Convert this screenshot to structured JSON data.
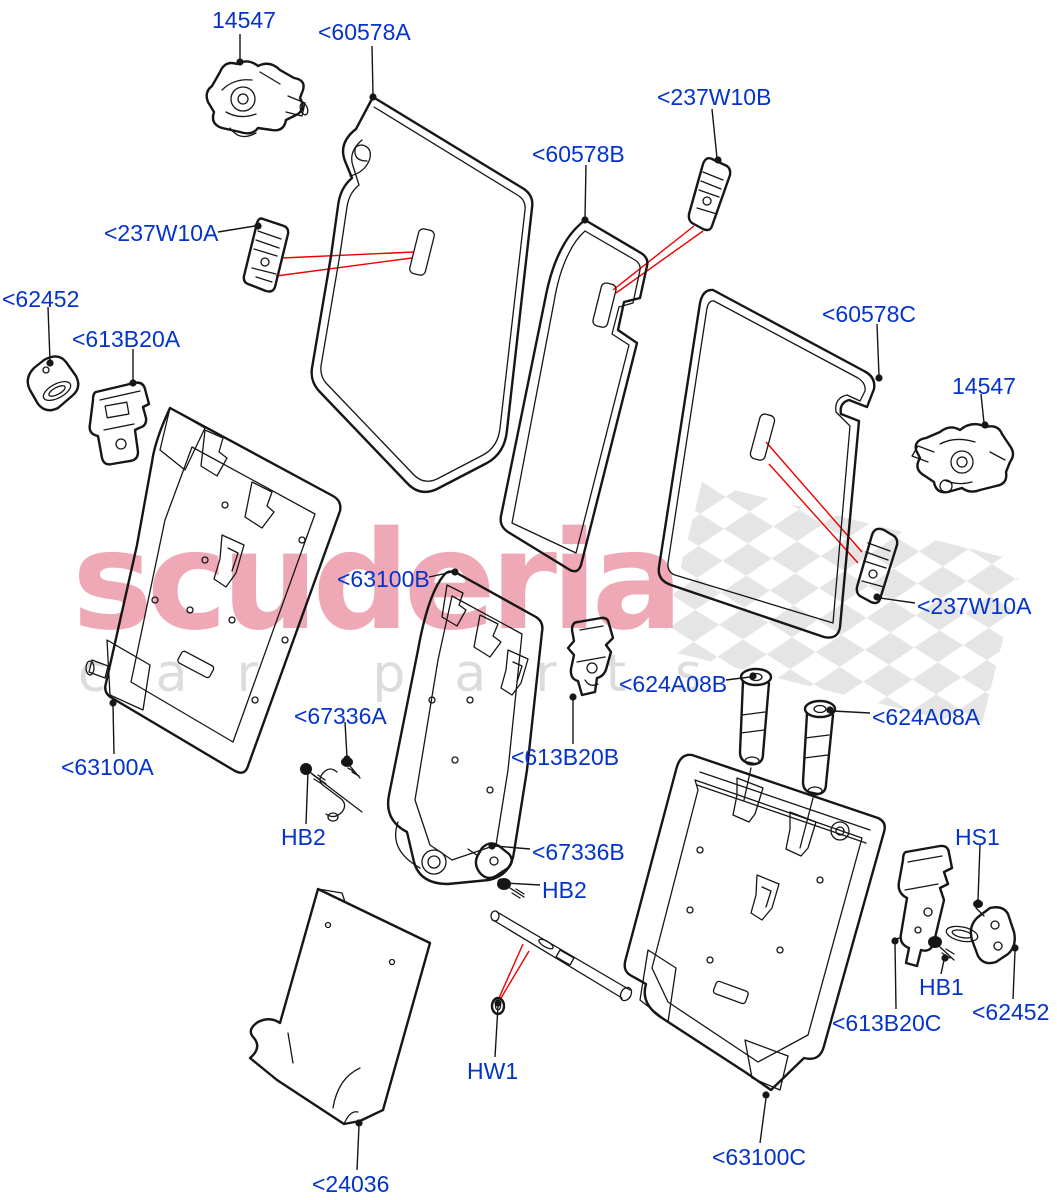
{
  "watermark": {
    "brand": "scuderia",
    "subtitle": "car parts",
    "brand_color": "#efa9b6",
    "subtitle_color": "#dcdcdc",
    "flag_color": "#e5e5e5"
  },
  "style": {
    "label_color": "#0433cc",
    "line_color": "#161616",
    "pointer_line_color": "#ee0000",
    "background": "#ffffff"
  },
  "labels": [
    {
      "text": "14547"
    },
    {
      "text": "<60578A"
    },
    {
      "text": "<237W10B"
    },
    {
      "text": "<60578B"
    },
    {
      "text": "<237W10A"
    },
    {
      "text": "<62452"
    },
    {
      "text": "<613B20A"
    },
    {
      "text": "<60578C"
    },
    {
      "text": "14547"
    },
    {
      "text": "<63100B"
    },
    {
      "text": "<237W10A"
    },
    {
      "text": "<624A08B"
    },
    {
      "text": "<624A08A"
    },
    {
      "text": "<67336A"
    },
    {
      "text": "<63100A"
    },
    {
      "text": "HB2"
    },
    {
      "text": "<67336B"
    },
    {
      "text": "HB2"
    },
    {
      "text": "HS1"
    },
    {
      "text": "HB1"
    },
    {
      "text": "<613B20C"
    },
    {
      "text": "<62452"
    },
    {
      "text": "HW1"
    },
    {
      "text": "<24036"
    },
    {
      "text": "<63100C"
    },
    {
      "text": "<613B20B"
    }
  ]
}
